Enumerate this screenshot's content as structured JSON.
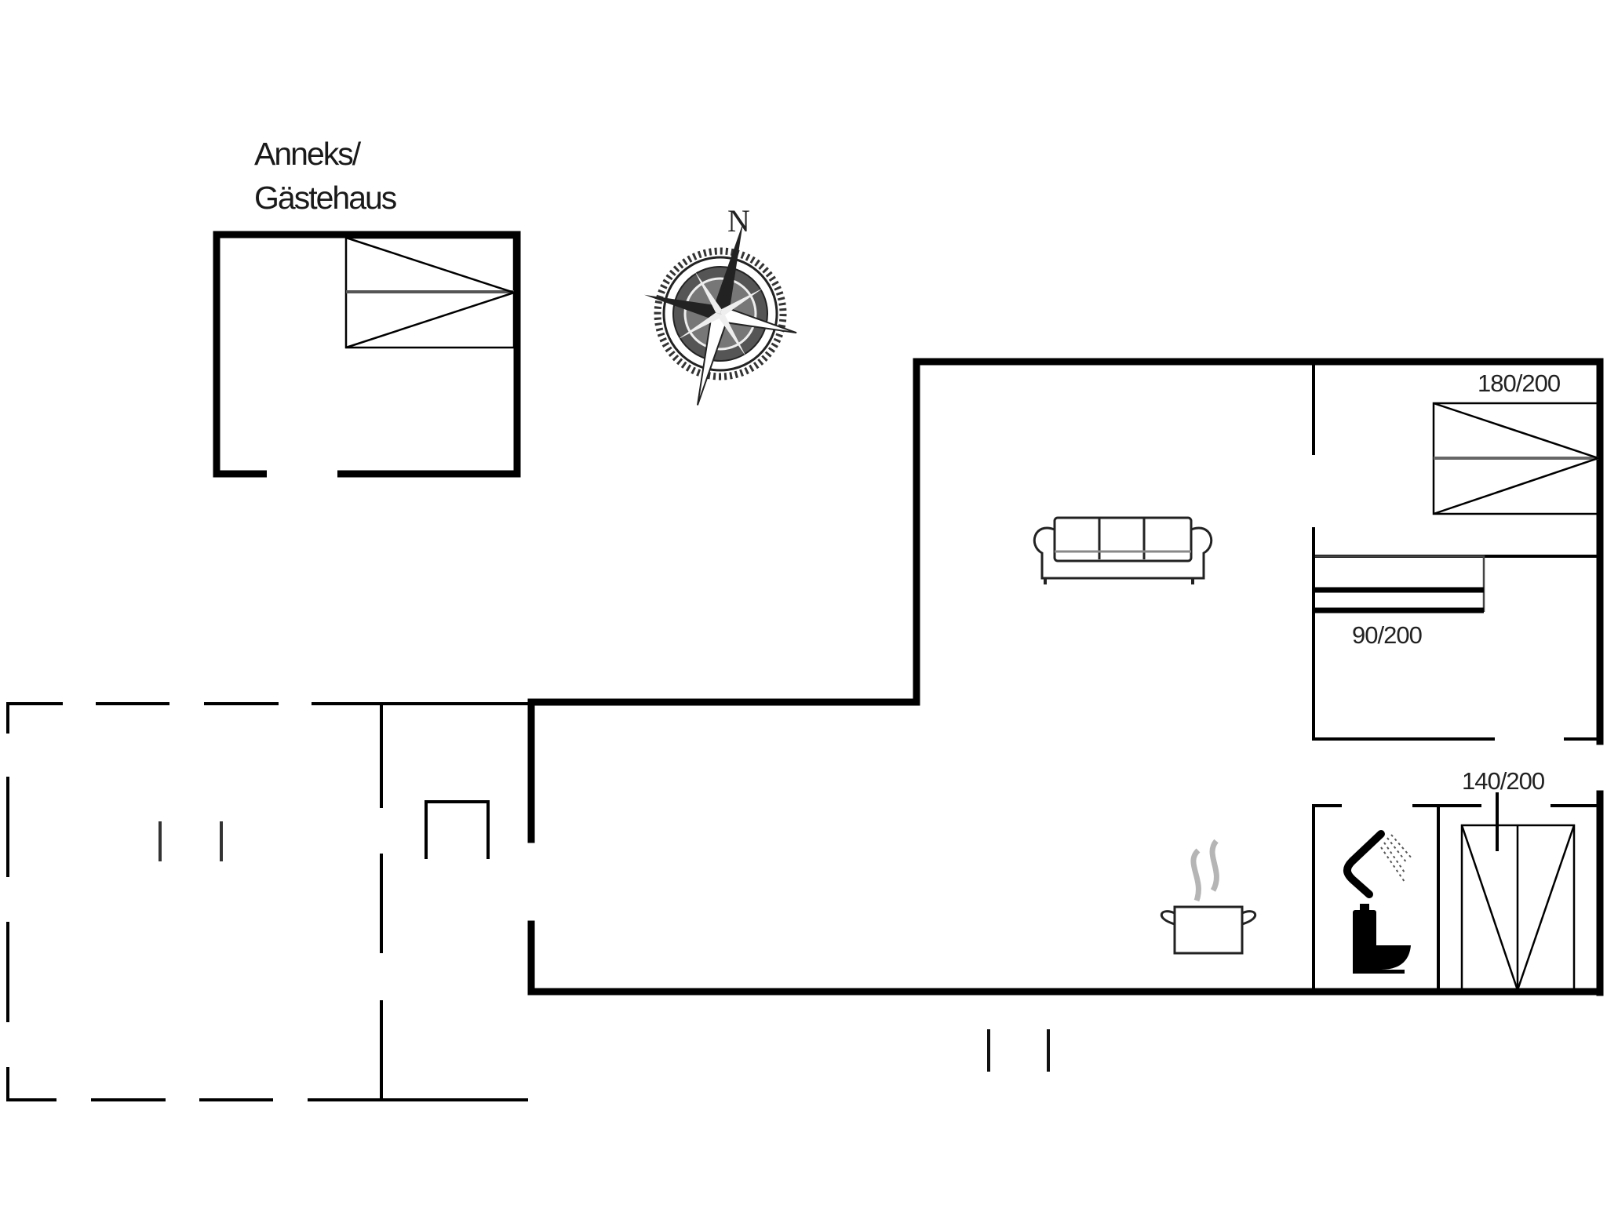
{
  "plan": {
    "annex_title_line1": "Anneks/",
    "annex_title_line2": "Gästehaus",
    "compass_label": "N",
    "beds": [
      {
        "label": "180/200",
        "room": "bedroom-1"
      },
      {
        "label": "90/200",
        "room": "bedroom-2"
      },
      {
        "label": "140/200",
        "room": "bedroom-3"
      }
    ],
    "furniture": [
      "sofa-icon",
      "cooking-pot-icon",
      "shower-icon",
      "toilet-icon"
    ],
    "colors": {
      "wall": "#000000",
      "line": "#111111",
      "steam": "#b5b5b5",
      "background": "#ffffff"
    }
  }
}
